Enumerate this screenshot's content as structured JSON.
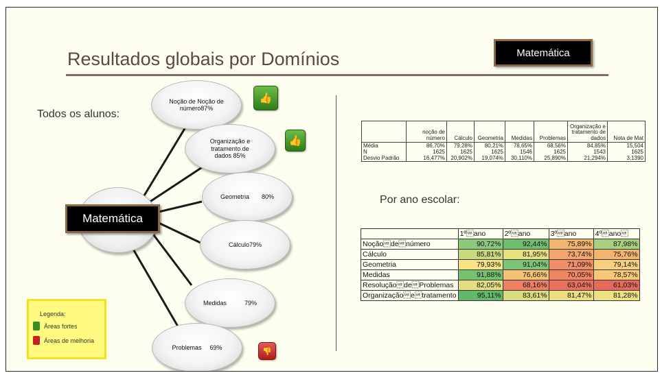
{
  "title": "Resultados globais por Domínios",
  "badge": "Matemática",
  "subtitle_all": "Todos os alunos:",
  "subtitle_year": "Por ano escolar:",
  "hub_label": "Matemática",
  "nodes": [
    {
      "label": "Noção de Noção de número87%",
      "thumb": "up",
      "icon": "thumbs-up-icon"
    },
    {
      "label": "Organização e tratamento de dados 85%",
      "thumb": "up",
      "icon": "thumbs-up-icon"
    },
    {
      "label": "Geometria",
      "pct": "80%"
    },
    {
      "label": "Cálculo79%"
    },
    {
      "label": "Medidas",
      "pct": "79%"
    },
    {
      "label": "Problemas",
      "pct": "69%",
      "thumb": "down",
      "icon": "thumbs-down-icon"
    }
  ],
  "legend": {
    "title": "Legenda:",
    "items": [
      {
        "label": "Áreas fortes",
        "color": "#3b8f22"
      },
      {
        "label": "Áreas de melhoria",
        "color": "#c62020"
      }
    ]
  },
  "stats_table": {
    "headers": [
      "",
      "noção de número",
      "Cálculo",
      "Geometria",
      "Medidas",
      "Problemas",
      "Organização e tratamento de dados",
      "Nota de Mat"
    ],
    "rows": [
      [
        "Média",
        "86,70%",
        "79,28%",
        "80,21%",
        "78,65%",
        "68,56%",
        "84,85%",
        "15,504"
      ],
      [
        "N",
        "1625",
        "1625",
        "1625",
        "1546",
        "1625",
        "1543",
        "1625"
      ],
      [
        "Desvio Padrão",
        "16,477%",
        "20,902%",
        "19,074%",
        "30,110%",
        "25,890%",
        "21,294%",
        "3,1390"
      ]
    ]
  },
  "year_table": {
    "headers": [
      "",
      "1º\u001fano",
      "2º\u001fano",
      "3º\u001fano",
      "4º\u001fano\u001f"
    ],
    "rows": [
      {
        "label": "Noção\u001fde\u001fnúmero",
        "values": [
          "90,72%",
          "92,44%",
          "75,89%",
          "87,98%"
        ],
        "colors": [
          "#8cc97e",
          "#6fbd6e",
          "#f2b56e",
          "#a9d07f"
        ]
      },
      {
        "label": "Cálculo",
        "values": [
          "85,81%",
          "81,95%",
          "73,74%",
          "75,76%"
        ],
        "colors": [
          "#c9d97f",
          "#e8df82",
          "#f2a56c",
          "#f2b56e"
        ]
      },
      {
        "label": "Geometria",
        "values": [
          "79,93%",
          "91,04%",
          "71,09%",
          "79,14%"
        ],
        "colors": [
          "#f6e383",
          "#7fc475",
          "#f08d66",
          "#f6d07a"
        ]
      },
      {
        "label": "Medidas",
        "values": [
          "91,88%",
          "76,66%",
          "70,05%",
          "78,57%"
        ],
        "colors": [
          "#77c171",
          "#f4c274",
          "#ef8663",
          "#f5c977"
        ]
      },
      {
        "label": "Resolução\u001fde\u001fProblemas",
        "values": [
          "82,05%",
          "68,16%",
          "63,04%",
          "61,03%"
        ],
        "colors": [
          "#e3de82",
          "#ee7f61",
          "#e9705e",
          "#e8685c"
        ]
      },
      {
        "label": "Organização\u001fe\u001ftratamento",
        "values": [
          "95,11%",
          "83,61%",
          "81,47%",
          "81,28%"
        ],
        "colors": [
          "#63b86b",
          "#d9dc81",
          "#ecdf83",
          "#efe083"
        ]
      }
    ]
  }
}
